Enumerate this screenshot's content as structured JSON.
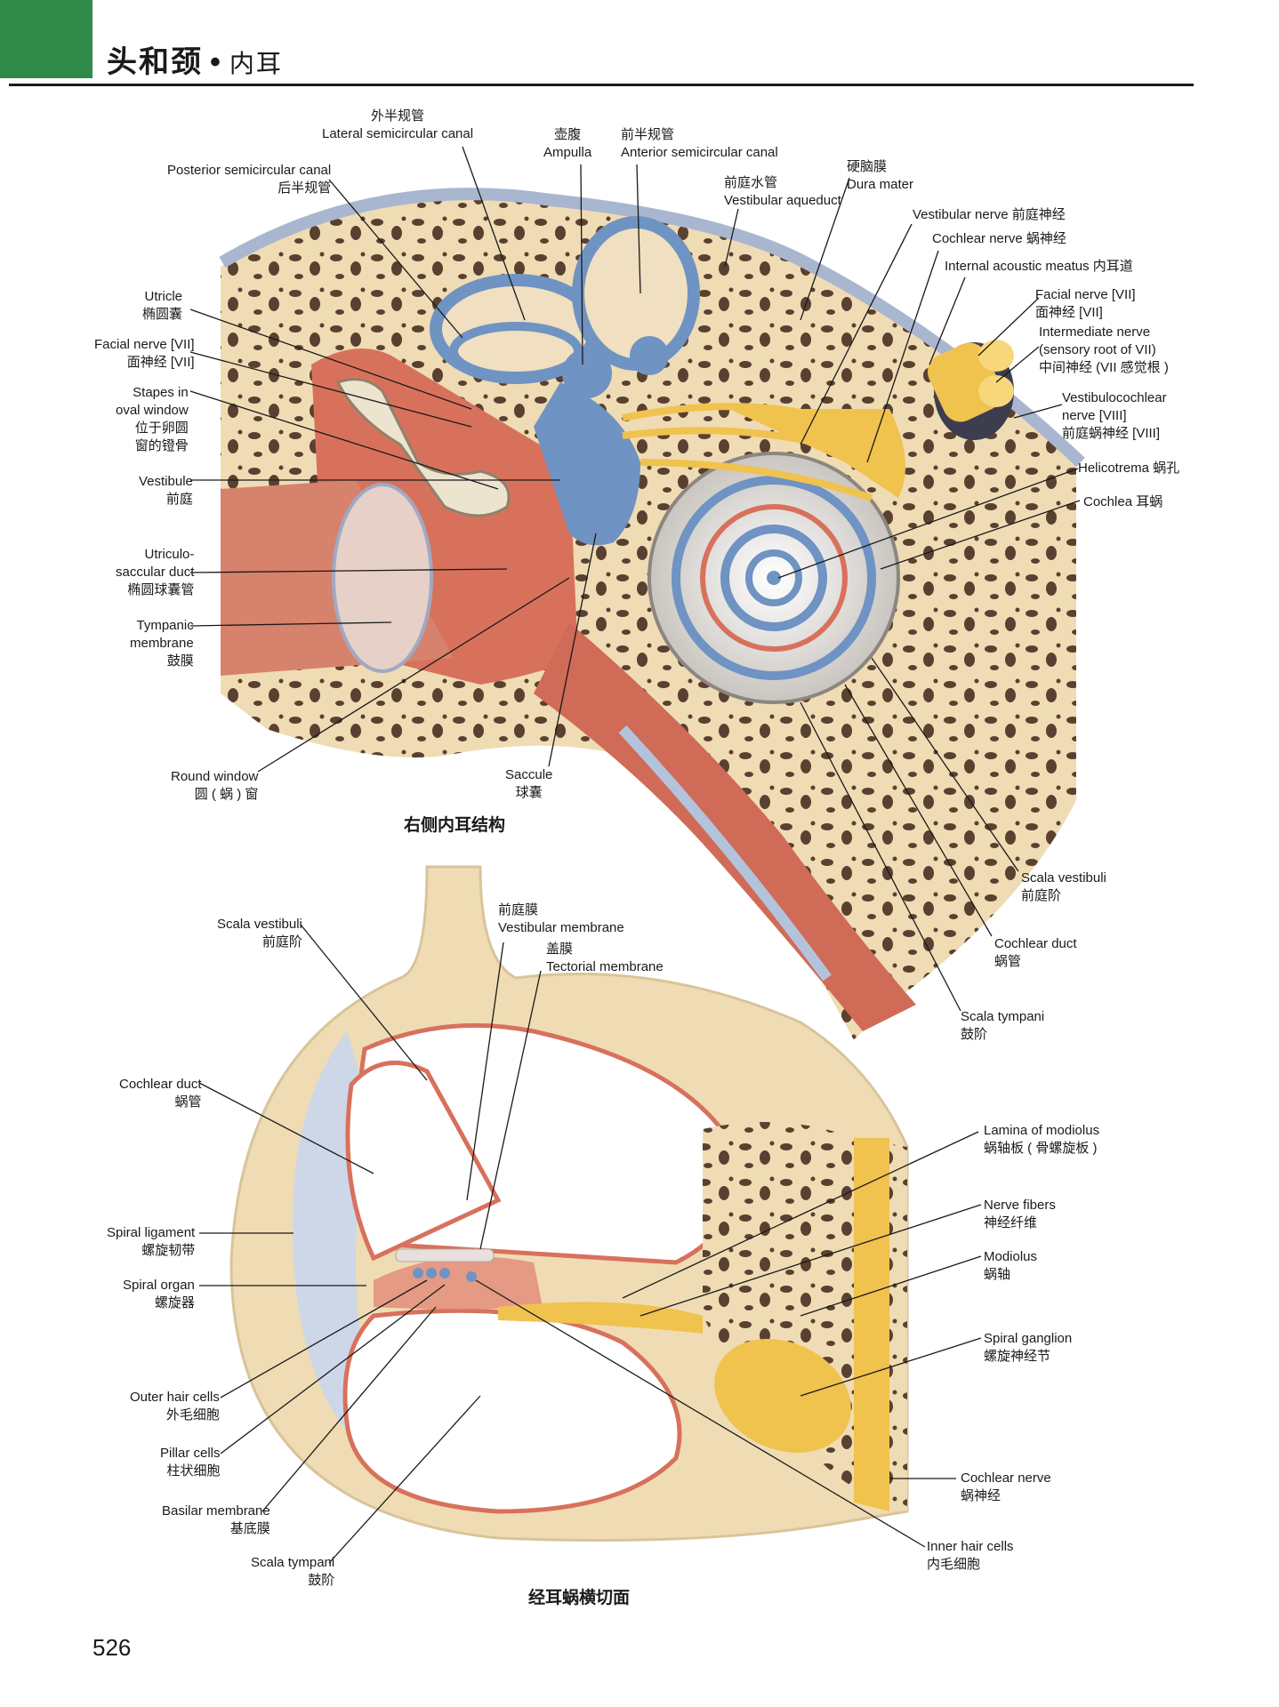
{
  "header": {
    "title": "头和颈",
    "separator": "•",
    "subtitle": "内耳"
  },
  "page_number": "526",
  "top_figure": {
    "caption": "右侧内耳结构",
    "labels": {
      "lateral_canal": {
        "zh": "外半规管",
        "en": "Lateral semicircular canal"
      },
      "ampulla": {
        "zh": "壶腹",
        "en": "Ampulla"
      },
      "anterior_canal": {
        "zh": "前半规管",
        "en": "Anterior semicircular canal"
      },
      "posterior_canal": {
        "en": "Posterior semicircular canal",
        "zh": "后半规管"
      },
      "vestibular_aqueduct": {
        "zh": "前庭水管",
        "en": "Vestibular aqueduct"
      },
      "dura_mater": {
        "zh": "硬脑膜",
        "en": "Dura mater"
      },
      "vestibular_nerve": {
        "text": "Vestibular nerve 前庭神经"
      },
      "cochlear_nerve": {
        "text": "Cochlear nerve 蜗神经"
      },
      "internal_meatus": {
        "text": "Internal acoustic meatus 内耳道"
      },
      "facial_nerve_r": {
        "en": "Facial nerve [VII]",
        "zh": "面神经 [VII]"
      },
      "intermediate_nerve": {
        "en": "Intermediate nerve",
        "en2": "(sensory root of VII)",
        "zh": "中间神经 (VII 感觉根 )"
      },
      "vestibulocochlear": {
        "en": "Vestibulocochlear",
        "en2": "nerve [VIII]",
        "zh": "前庭蜗神经 [VIII]"
      },
      "helicotrema": {
        "text": "Helicotrema 蜗孔"
      },
      "cochlea": {
        "text": "Cochlea 耳蜗"
      },
      "utricle": {
        "en": "Utricle",
        "zh": "椭圆囊"
      },
      "facial_nerve_l": {
        "en": "Facial nerve [VII]",
        "zh": "面神经 [VII]"
      },
      "stapes": {
        "en": "Stapes in",
        "en2": "oval window",
        "zh": "位于卵圆",
        "zh2": "窗的镫骨"
      },
      "vestibule": {
        "en": "Vestibule",
        "zh": "前庭"
      },
      "utriculo": {
        "en": "Utriculo-",
        "en2": "saccular duct",
        "zh": "椭圆球囊管"
      },
      "tympanic": {
        "en": "Tympanic",
        "en2": "membrane",
        "zh": "鼓膜"
      },
      "round_window": {
        "en": "Round window",
        "zh": "圆 ( 蜗 ) 窗"
      },
      "saccule": {
        "en": "Saccule",
        "zh": "球囊"
      },
      "scala_vestibuli": {
        "en": "Scala vestibuli",
        "zh": "前庭阶"
      },
      "cochlear_duct": {
        "en": "Cochlear duct",
        "zh": "蜗管"
      },
      "scala_tympani": {
        "en": "Scala tympani",
        "zh": "鼓阶"
      }
    }
  },
  "bottom_figure": {
    "caption": "经耳蜗横切面",
    "labels": {
      "scala_vestibuli": {
        "en": "Scala vestibuli",
        "zh": "前庭阶"
      },
      "vestibular_membrane": {
        "zh": "前庭膜",
        "en": "Vestibular membrane"
      },
      "tectorial_membrane": {
        "zh": "盖膜",
        "en": "Tectorial membrane"
      },
      "cochlear_duct": {
        "en": "Cochlear duct",
        "zh": "蜗管"
      },
      "spiral_ligament": {
        "en": "Spiral ligament",
        "zh": "螺旋韧带"
      },
      "spiral_organ": {
        "en": "Spiral organ",
        "zh": "螺旋器"
      },
      "outer_hair": {
        "en": "Outer hair cells",
        "zh": "外毛细胞"
      },
      "pillar": {
        "en": "Pillar cells",
        "zh": "柱状细胞"
      },
      "basilar": {
        "en": "Basilar membrane",
        "zh": "基底膜"
      },
      "scala_tympani": {
        "en": "Scala tympani",
        "zh": "鼓阶"
      },
      "lamina": {
        "en": "Lamina of modiolus",
        "zh": "蜗轴板 ( 骨螺旋板 )"
      },
      "nerve_fibers": {
        "en": "Nerve fibers",
        "zh": "神经纤维"
      },
      "modiolus": {
        "en": "Modiolus",
        "zh": "蜗轴"
      },
      "spiral_ganglion": {
        "en": "Spiral ganglion",
        "zh": "螺旋神经节"
      },
      "cochlear_nerve": {
        "en": "Cochlear nerve",
        "zh": "蜗神经"
      },
      "inner_hair": {
        "en": "Inner hair cells",
        "zh": "内毛细胞"
      }
    }
  },
  "colors": {
    "bone": "#efdcb4",
    "bone_pore": "#5a4030",
    "membrane_blue": "#6f93c2",
    "tissue_red": "#d8715c",
    "nerve_yellow": "#f0c24e",
    "header_green": "#2f8a4a"
  }
}
